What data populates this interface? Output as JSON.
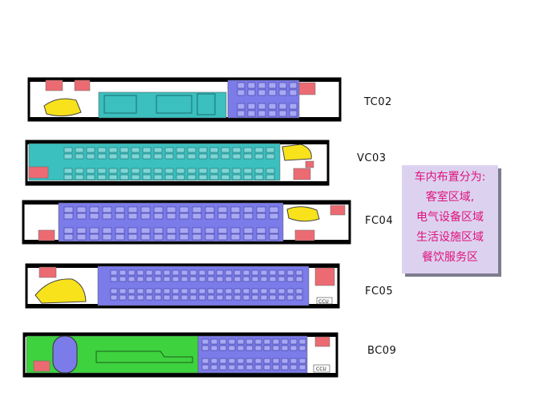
{
  "cars": [
    {
      "id": "TC02"
    },
    {
      "id": "VC03"
    },
    {
      "id": "FC04"
    },
    {
      "id": "FC05"
    },
    {
      "id": "BC09"
    }
  ],
  "legend": {
    "title": "车内布置分为:",
    "items": [
      "客室区域,",
      "电气设备区域",
      "生活设施区域",
      "餐饮服务区"
    ]
  },
  "small_labels": {
    "ccu_fc05": "CCU",
    "ccu_bc09": "CCU"
  },
  "colors": {
    "passenger": "#7b7bea",
    "seat_fill": "#a8a8f5",
    "electrical": "#3bbfbf",
    "living": "#f7e21b",
    "dining": "#3fd23f",
    "equipment": "#ec6b73",
    "legend_bg": "#dcd2f0",
    "legend_text": "#e0117a"
  }
}
